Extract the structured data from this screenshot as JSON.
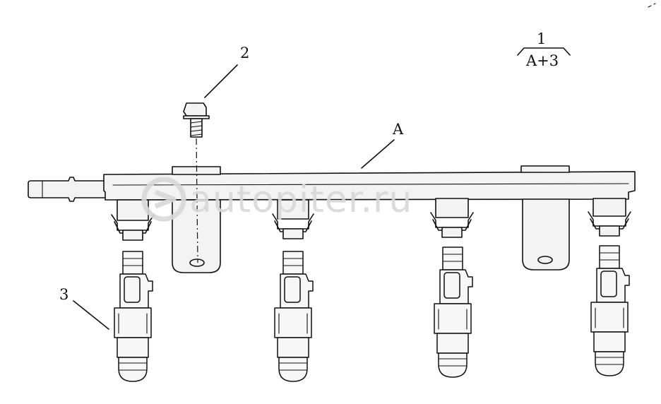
{
  "labels": {
    "callout_1": "1",
    "callout_1_formula": "A+3",
    "callout_2": "2",
    "callout_3": "3",
    "callout_a": "A"
  },
  "watermark": {
    "text": "autopiter.ru",
    "icon": "play-circle-logo",
    "color": "#d8d8d8"
  },
  "colors": {
    "line": "#111111",
    "background": "#ffffff"
  }
}
